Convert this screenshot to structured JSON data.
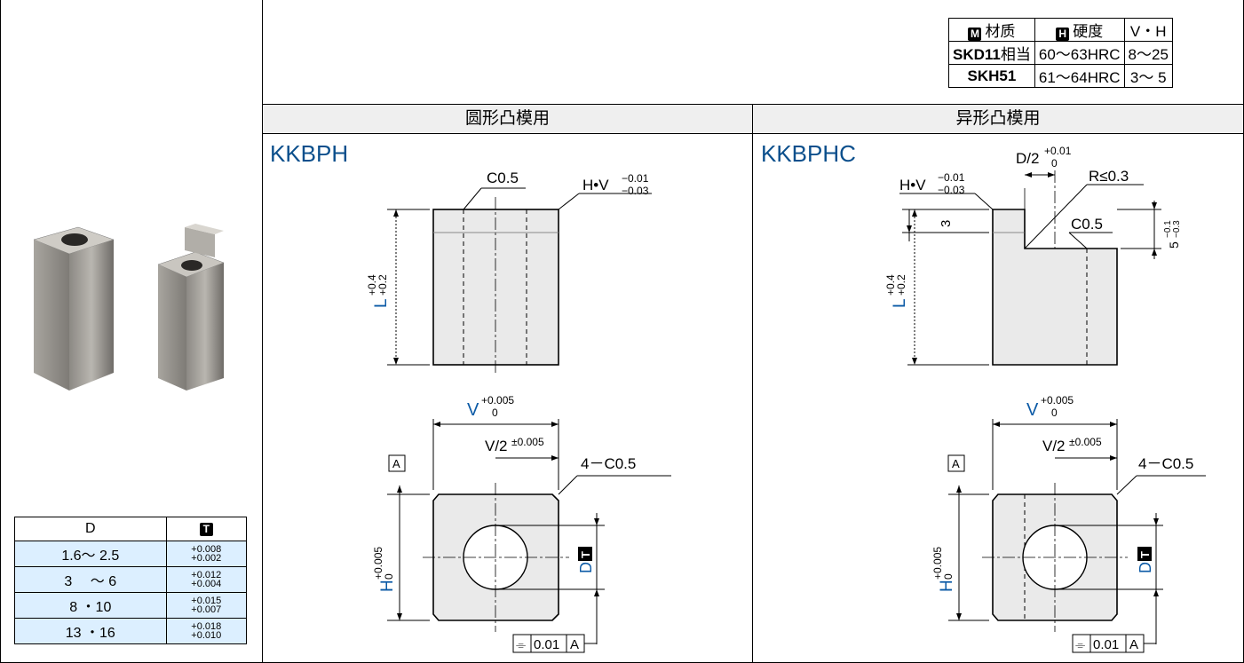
{
  "sections": {
    "left": {
      "header": "圆形凸模用",
      "model": "KKBPH"
    },
    "right": {
      "header": "异形凸模用",
      "model": "KKBPHC"
    }
  },
  "material_table": {
    "headers": [
      {
        "badge": "M",
        "label": "材质"
      },
      {
        "badge": "H",
        "label": "硬度"
      },
      {
        "badge": "",
        "label": "V・H"
      }
    ],
    "rows": [
      {
        "material": "SKD11",
        "suffix": "相当",
        "hardness": "60～63HRC",
        "vh": "8～25"
      },
      {
        "material": "SKH51",
        "suffix": "",
        "hardness": "61～64HRC",
        "vh": "3～ 5"
      }
    ]
  },
  "d_table": {
    "header_d": "D",
    "header_t": "T",
    "rows": [
      {
        "d": "1.6～ 2.5",
        "tol_upper": "+0.008",
        "tol_lower": "+0.002"
      },
      {
        "d": "3 　～ 6",
        "tol_upper": "+0.012",
        "tol_lower": "+0.004"
      },
      {
        "d": "8 ・10",
        "tol_upper": "+0.015",
        "tol_lower": "+0.007"
      },
      {
        "d": "13 ・16",
        "tol_upper": "+0.018",
        "tol_lower": "+0.010"
      }
    ]
  },
  "dims": {
    "chamfer": "C0.5",
    "hv_label": "H•V",
    "hv_tol_upper": "−0.01",
    "hv_tol_lower": "−0.03",
    "l_label": "L",
    "l_tol_upper": "+0.4",
    "l_tol_lower": "+0.2",
    "v_label": "V",
    "v_tol_upper": "+0.005",
    "v_tol_lower": "0",
    "v2_label": "V/2",
    "v2_tol": "±0.005",
    "corner_chamfer": "4－C0.5",
    "h_label": "H",
    "h_tol_upper": "+0.005",
    "h_tol_lower": "0",
    "d_label": "D",
    "t_badge": "T",
    "datum": "A",
    "flatness_symbol": "⌯",
    "flatness_value": "0.01",
    "flatness_datum": "A",
    "d2_label": "D/2",
    "d2_tol_upper": "+0.01",
    "d2_tol_lower": "0",
    "radius": "R≤0.3",
    "step_3": "3",
    "step_5": "5",
    "step5_tol_upper": "−0.1",
    "step5_tol_lower": "−0.3"
  }
}
